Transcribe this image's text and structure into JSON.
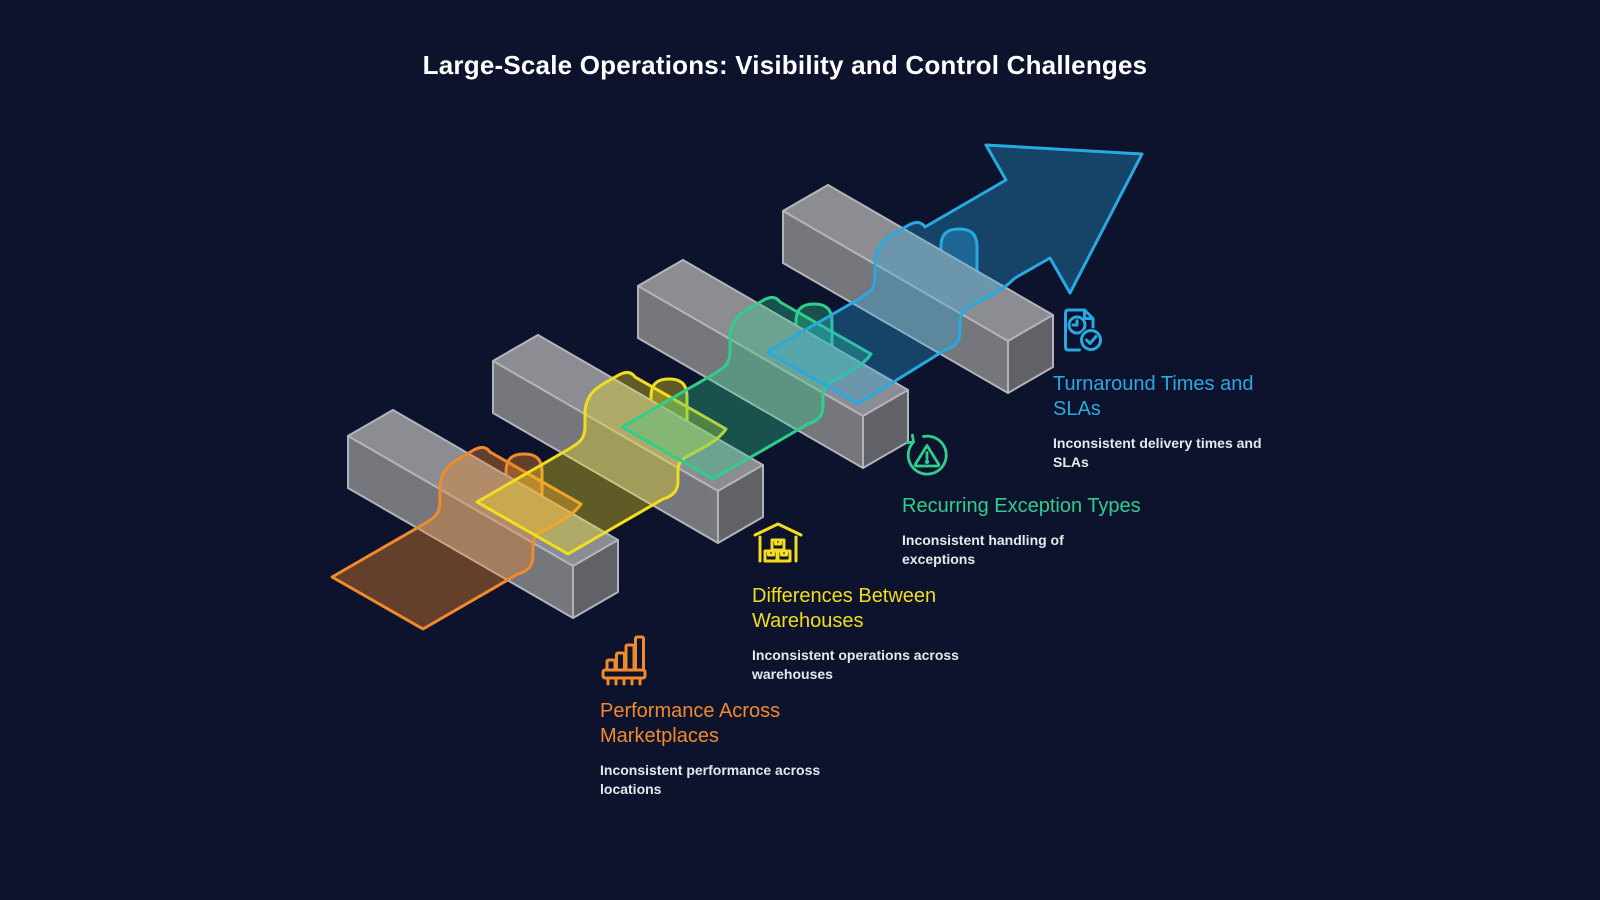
{
  "title": "Large-Scale Operations: Visibility and Control Challenges",
  "diagram": {
    "type": "ascending-ribbon-weave-arrow",
    "background_color": "#0d122d",
    "bar_color": "#8b8d92",
    "stages": [
      {
        "heading": "Performance Across\nMarketplaces",
        "description": "Inconsistent performance across\nlocations",
        "color": "#F18A2D",
        "icon": "bar-chart-icon"
      },
      {
        "heading": "Differences Between\nWarehouses",
        "description": "Inconsistent operations across\nwarehouses",
        "color": "#F2DD1F",
        "icon": "warehouse-icon"
      },
      {
        "heading": "Recurring Exception Types",
        "description": "Inconsistent handling of\nexceptions",
        "color": "#30CE8C",
        "icon": "recurring-warning-icon"
      },
      {
        "heading": "Turnaround Times and\nSLAs",
        "description": "Inconsistent delivery times and\nSLAs",
        "color": "#29A9E1",
        "icon": "document-clock-check-icon"
      }
    ]
  }
}
